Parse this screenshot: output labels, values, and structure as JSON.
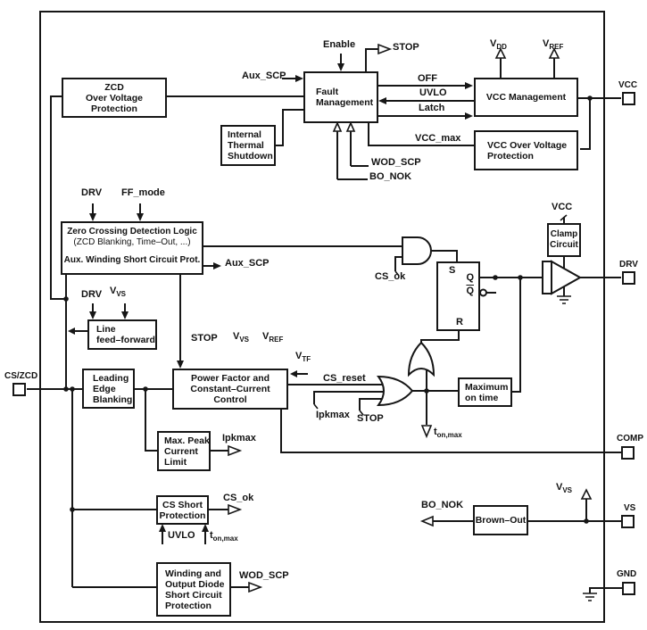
{
  "pins": {
    "cs_zcd": "CS/ZCD",
    "vcc": "VCC",
    "drv": "DRV",
    "comp": "COMP",
    "vs": "VS",
    "gnd": "GND"
  },
  "boxes": {
    "zcd_ovp": [
      "ZCD",
      "Over Voltage",
      "Protection"
    ],
    "fault": [
      "Fault",
      "Management"
    ],
    "thermal": [
      "Internal",
      "Thermal",
      "Shutdown"
    ],
    "vcc_mgmt": [
      "VCC Management"
    ],
    "vcc_ovp": [
      "VCC Over Voltage",
      "Protection"
    ],
    "zcd_logic": [
      "Zero Crossing Detection Logic",
      "(ZCD Blanking, Time–Out, ...)",
      "Aux. Winding Short Circuit Prot."
    ],
    "line_ff": [
      "Line",
      "feed–forward"
    ],
    "leb": [
      "Leading",
      "Edge",
      "Blanking"
    ],
    "pfc": [
      "Power Factor and",
      "Constant–Current",
      "Control"
    ],
    "max_peak": [
      "Max. Peak",
      "Current",
      "Limit"
    ],
    "max_on_time": [
      "Maximum",
      "on time"
    ],
    "cs_short": [
      "CS Short",
      "Protection"
    ],
    "winding": [
      "Winding and",
      "Output Diode",
      "Short Circuit",
      "Protection"
    ],
    "brown_out": [
      "Brown–Out"
    ],
    "clamp": [
      "Clamp",
      "Circuit"
    ],
    "flipflop": {
      "s": "S",
      "q": "Q",
      "qbar": "Q",
      "r": "R"
    }
  },
  "signals": {
    "enable": "Enable",
    "stop": "STOP",
    "aux_scp": "Aux_SCP",
    "off": "OFF",
    "uvlo": "UVLO",
    "latch": "Latch",
    "vcc_max": "VCC_max",
    "wod_scp": "WOD_SCP",
    "bo_nok": "BO_NOK",
    "drv": "DRV",
    "ff_mode": "FF_mode",
    "cs_ok": "CS_ok",
    "cs_reset": "CS_reset",
    "ipkmax": "Ipkmax",
    "vcc": "VCC"
  },
  "subscripted": {
    "vdd": {
      "b": "V",
      "s": "DD"
    },
    "vref": {
      "b": "V",
      "s": "REF"
    },
    "vvs": {
      "b": "V",
      "s": "VS"
    },
    "vtf": {
      "b": "V",
      "s": "TF"
    },
    "ton": {
      "b": "t",
      "s": "on,max"
    }
  }
}
